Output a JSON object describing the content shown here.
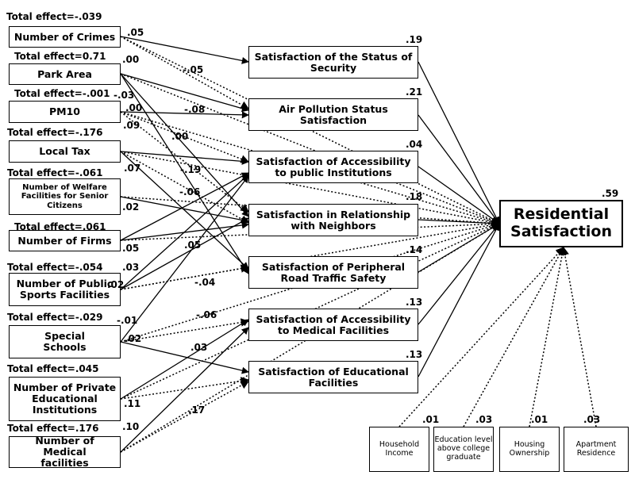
{
  "left_nodes": [
    {
      "id": "crimes",
      "label": "Number of Crimes",
      "total_effect": "Total effect=-.039"
    },
    {
      "id": "park",
      "label": "Park Area",
      "total_effect": "Total effect=0.71"
    },
    {
      "id": "pm10",
      "label": "PM10",
      "total_effect": "Total effect=-.001"
    },
    {
      "id": "tax",
      "label": "Local Tax",
      "total_effect": "Total effect=-.176"
    },
    {
      "id": "welfare",
      "label": "Number of Welfare Facilities for Senior Citizens",
      "total_effect": "Total effect=-.061"
    },
    {
      "id": "firms",
      "label": "Number of Firms",
      "total_effect": "Total effect=.061"
    },
    {
      "id": "sports",
      "label": "Number of Public Sports Facilities",
      "total_effect": "Total effect=-.054"
    },
    {
      "id": "special",
      "label": "Special Schools",
      "total_effect": "Total effect=-.029"
    },
    {
      "id": "private",
      "label": "Number of Private Educational Institutions",
      "total_effect": "Total effect=.045"
    },
    {
      "id": "medical",
      "label": "Number of Medical facilities",
      "total_effect": "Total effect=.176"
    }
  ],
  "mediators": [
    {
      "id": "security",
      "label": "Satisfaction of the Status of Security",
      "r2": ".19"
    },
    {
      "id": "air",
      "label": "Air Pollution Status Satisfaction",
      "r2": ".21"
    },
    {
      "id": "access_pub",
      "label": "Satisfaction of Accessibility to public Institutions",
      "r2": ".04"
    },
    {
      "id": "neighbors",
      "label": "Satisfaction in Relationship with Neighbors",
      "r2": ".18"
    },
    {
      "id": "road",
      "label": "Satisfaction of Peripheral Road Traffic Safety",
      "r2": ".14"
    },
    {
      "id": "access_med",
      "label": "Satisfaction of Accessibility to Medical Facilities",
      "r2": ".13"
    },
    {
      "id": "edu",
      "label": "Satisfaction of Educational Facilities",
      "r2": ".13"
    }
  ],
  "outcome": {
    "label_line1": "Residential",
    "label_line2": "Satisfaction",
    "r2": ".59"
  },
  "controls": [
    {
      "id": "household",
      "label": "Household Income",
      "coef": ".01"
    },
    {
      "id": "education",
      "label": "Education level above college graduate",
      "coef": ".03"
    },
    {
      "id": "housing",
      "label": "Housing Ownership",
      "coef": ".01"
    },
    {
      "id": "apartment",
      "label": "Apartment Residence",
      "coef": ".03"
    }
  ],
  "paths": [
    {
      "from": "crimes",
      "to": "security",
      "coef": ".05",
      "style": "solid"
    },
    {
      "from": "crimes",
      "to": "air",
      "coef": "-.05",
      "style": "dotted"
    },
    {
      "from": "park",
      "to": "air",
      "coef": ".00",
      "style": "solid"
    },
    {
      "from": "park",
      "to": "neighbors",
      "coef": "-.03",
      "style": "solid"
    },
    {
      "from": "park",
      "to": "road",
      "coef": ".09",
      "style": "solid"
    },
    {
      "from": "pm10",
      "to": "air",
      "coef": ".00",
      "style": "solid"
    },
    {
      "from": "pm10",
      "to": "access_pub",
      "coef": "-.08",
      "style": "dotted"
    },
    {
      "from": "pm10",
      "to": "neighbors",
      "coef": ".00",
      "style": "dotted"
    },
    {
      "from": "tax",
      "to": "access_pub",
      "coef": ".07",
      "style": "solid"
    },
    {
      "from": "tax",
      "to": "neighbors",
      "coef": "-.19",
      "style": "dotted"
    },
    {
      "from": "tax",
      "to": "road",
      "coef": "-.06",
      "style": "solid"
    },
    {
      "from": "welfare",
      "to": "neighbors",
      "coef": ".02",
      "style": "solid"
    },
    {
      "from": "firms",
      "to": "neighbors",
      "coef": ".05",
      "style": "solid"
    },
    {
      "from": "firms",
      "to": "access_pub",
      "coef": ".05",
      "style": "solid"
    },
    {
      "from": "sports",
      "to": "access_pub",
      "coef": ".03",
      "style": "solid"
    },
    {
      "from": "sports",
      "to": "neighbors",
      "coef": ".02",
      "style": "solid"
    },
    {
      "from": "sports",
      "to": "road",
      "coef": "-.04",
      "style": "dotted"
    },
    {
      "from": "special",
      "to": "access_pub",
      "coef": "-.01",
      "style": "solid"
    },
    {
      "from": "special",
      "to": "access_med",
      "coef": "-.06",
      "style": "dotted"
    },
    {
      "from": "special",
      "to": "edu",
      "coef": ".02",
      "style": "solid"
    },
    {
      "from": "private",
      "to": "edu",
      "coef": ".03",
      "style": "dotted"
    },
    {
      "from": "private",
      "to": "access_med",
      "coef": ".11",
      "style": "solid"
    },
    {
      "from": "medical",
      "to": "access_med",
      "coef": ".10",
      "style": "solid"
    },
    {
      "from": "medical",
      "to": "edu",
      "coef": ".17",
      "style": "dotted"
    }
  ]
}
